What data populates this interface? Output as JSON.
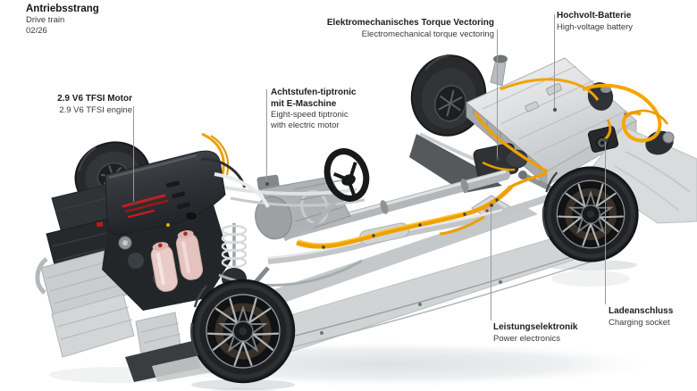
{
  "header": {
    "title_de": "Antriebsstrang",
    "title_en": "Drive train",
    "date": "02/26"
  },
  "labels": {
    "engine": {
      "de": "2.9 V6 TFSI Motor",
      "en": "2.9 V6 TFSI engine"
    },
    "transmission": {
      "de1": "Achtstufen-tiptronic",
      "de2": "mit E-Maschine",
      "en1": "Eight-speed tiptronic",
      "en2": "with electric motor"
    },
    "torque_vectoring": {
      "de": "Elektromechanisches Torque Vectoring",
      "en": "Electromechanical torque vectoring"
    },
    "battery": {
      "de": "Hochvolt-Batterie",
      "en": "High-voltage battery"
    },
    "power_electronics": {
      "de": "Leistungselektronik",
      "en": "Power electronics"
    },
    "charging_socket": {
      "de": "Ladeanschluss",
      "en": "Charging socket"
    }
  },
  "colors": {
    "background": "#ffffff",
    "leader_line": "#999999",
    "hv_cable_orange": "#f3a300",
    "engine_accent_red": "#c41e1e",
    "text_primary": "#1d1d1d",
    "text_secondary": "#3a3a3a"
  }
}
